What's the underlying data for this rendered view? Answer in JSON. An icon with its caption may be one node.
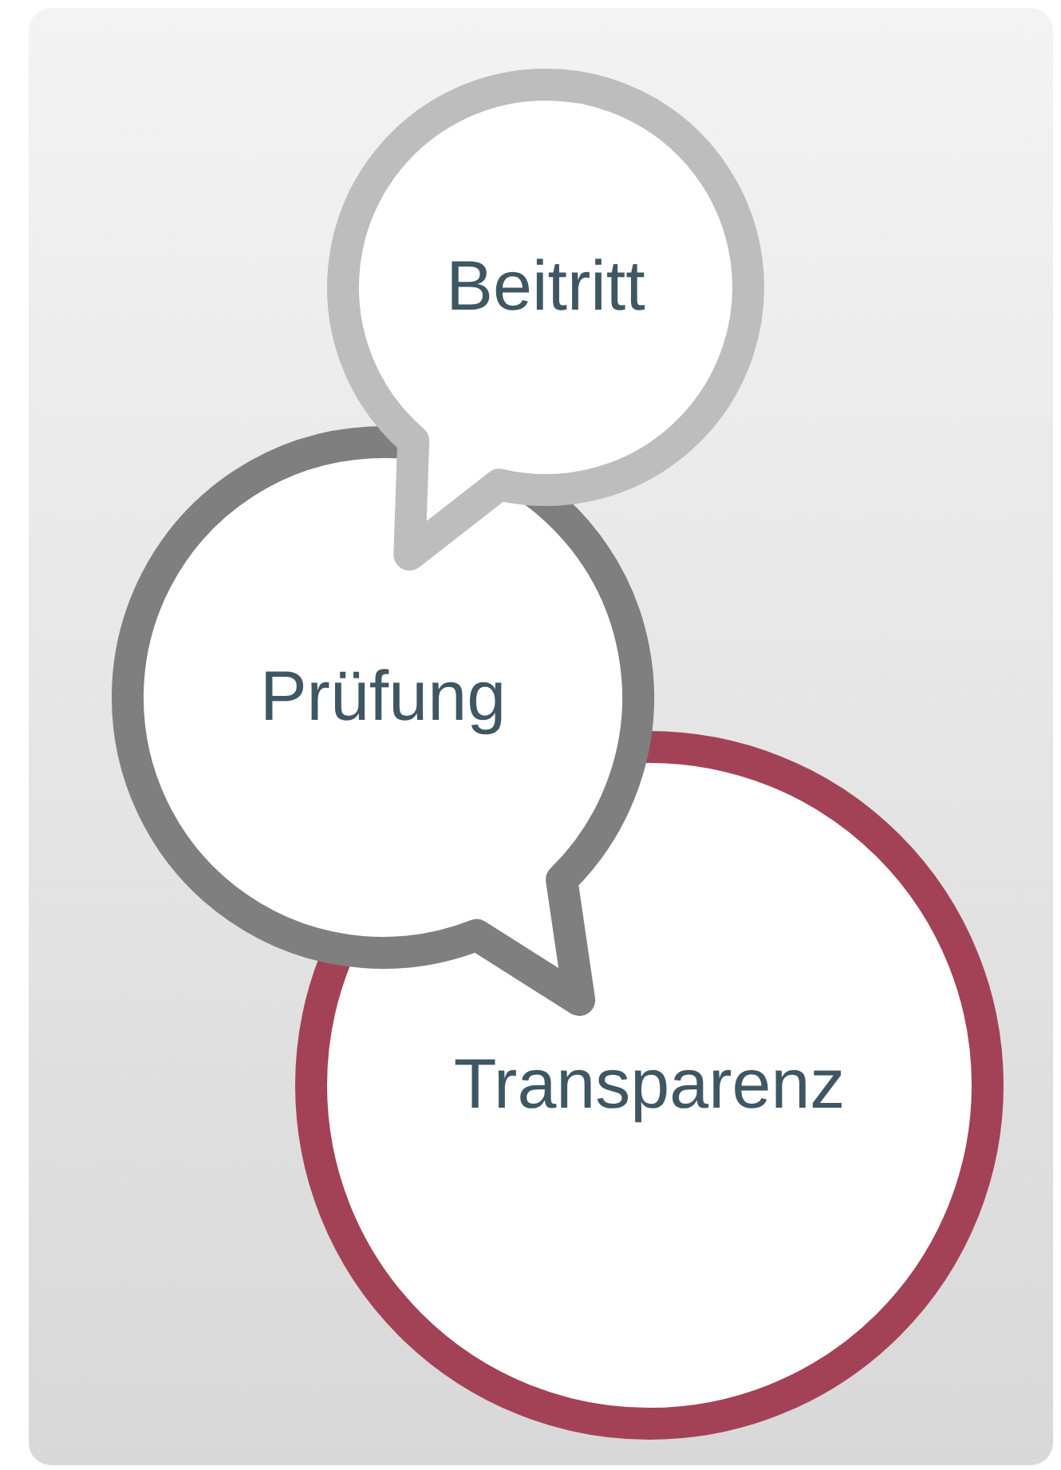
{
  "diagram": {
    "nodes": [
      {
        "text": [
          "Beitritt"
        ]
      },
      {
        "text": [
          "Prüfung"
        ]
      },
      {
        "text": [
          "Transparenz"
        ]
      }
    ]
  }
}
